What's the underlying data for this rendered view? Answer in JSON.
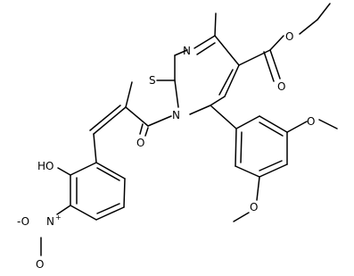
{
  "molecule": {
    "atoms": {
      "n_ring": "N",
      "s_ring": "S",
      "n_bridge": "N",
      "o_keto": "O",
      "o_ester_carbonyl": "O",
      "o_ester_ether": "O",
      "o_methoxy_top": "O",
      "o_methoxy_bottom": "O",
      "ho_phenol": "HO",
      "nitro_n": "N",
      "nitro_plus": "+",
      "nitro_o_minus": "-O",
      "nitro_o": "O"
    }
  }
}
